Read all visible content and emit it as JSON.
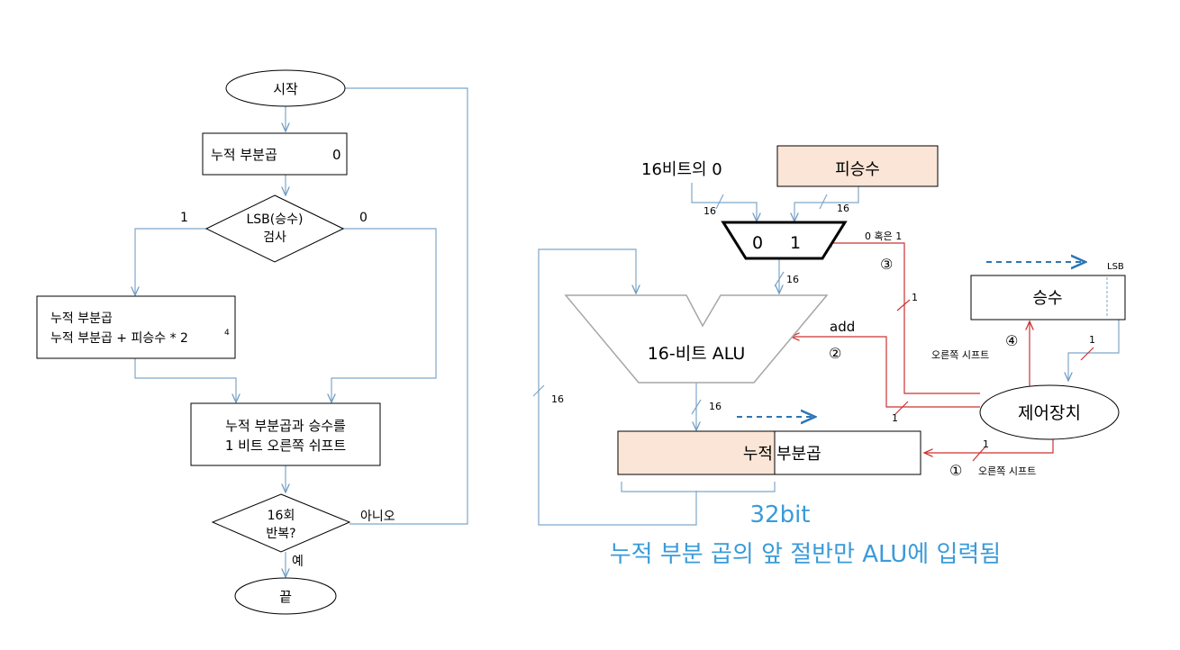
{
  "flowchart": {
    "start": "시작",
    "init": "누적 부분곱",
    "init_value": "0",
    "decision_line1": "LSB(승수)",
    "decision_line2": "검사",
    "branch_one": "1",
    "branch_zero": "0",
    "add_line1": "누적 부분곱",
    "add_line2": "누적 부분곱 + 피승수 * 2",
    "add_exponent": "4",
    "shift_line1": "누적 부분곱과 승수를",
    "shift_line2": "1 비트 오른쪽 쉬프트",
    "repeat_line1": "16회",
    "repeat_line2": "반복?",
    "repeat_no": "아니오",
    "repeat_yes": "예",
    "end": "끝"
  },
  "datapath": {
    "zero_input": "16비트의 0",
    "multiplicand": "피승수",
    "bus_width": "16",
    "mux_input0": "0",
    "mux_input1": "1",
    "mux_select": "0 혹은 1",
    "step3": "③",
    "alu_label": "16-비트 ALU",
    "add_signal": "add",
    "step2": "②",
    "multiplier": "승수",
    "lsb": "LSB",
    "step4": "④",
    "right_shift": "오른쪽 시프트",
    "control_width": "1",
    "control_unit": "제어장치",
    "accumulator_left": "누적",
    "accumulator_right": "부분곱",
    "step1": "①",
    "width_32": "32bit",
    "caption": "누적 부분 곱의 앞 절반만 ALU에 입력됨"
  },
  "colors": {
    "flow_line": "#7ea6c9",
    "control_line": "#cc3333",
    "highlight_fill": "#fbe5d6",
    "caption_blue": "#3a9bd9",
    "dashed_arrow": "#2e75b6"
  }
}
